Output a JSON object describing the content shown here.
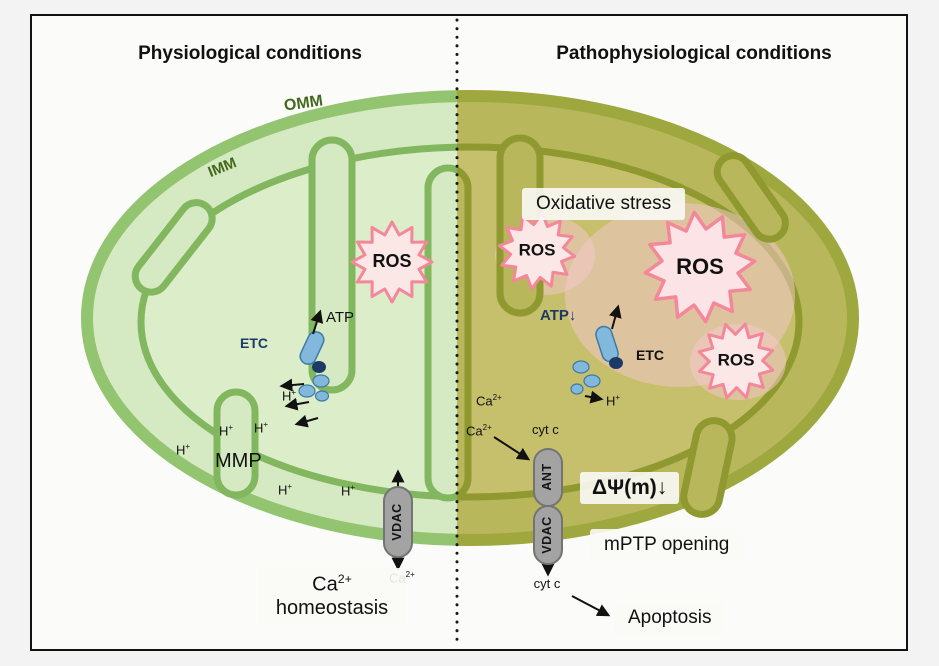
{
  "headers": {
    "left": "Physiological conditions",
    "right": "Pathophysiological conditions"
  },
  "membranes": {
    "outer": "OMM",
    "inner": "IMM"
  },
  "ros_label": "ROS",
  "left": {
    "etc": "ETC",
    "atp": "ATP",
    "mmp": "MMP",
    "vdac": "VDAC",
    "homeostasis_word": "homeostasis"
  },
  "right": {
    "oxidative_stress": "Oxidative stress",
    "atp": "ATP↓",
    "etc": "ETC",
    "ant": "ANT",
    "vdac": "VDAC",
    "cytc": "cyt c",
    "delta_psi": "ΔΨ(m)↓",
    "mptp": "mPTP opening",
    "apoptosis": "Apoptosis"
  },
  "ions": {
    "h_base": "H",
    "h_sup": "+",
    "ca_base": "Ca",
    "ca_sup": "2+"
  },
  "colors": {
    "left_fill": "#d5e9c2",
    "left_outer_membrane": "#93c470",
    "left_inner_membrane": "#82b760",
    "left_matrix": "#dcedca",
    "right_fill": "#b9b75c",
    "right_outer_membrane": "#9fa83e",
    "right_inner_membrane": "#8f992f",
    "right_matrix": "#c6bf6b",
    "ros_fill": "#fce7e7",
    "ros_stroke": "#f2889a",
    "channel_gray": "#a3a3a3",
    "etc_blue": "#82b8dc",
    "etc_navy": "#1d3a66",
    "arrow_black": "#111111"
  }
}
